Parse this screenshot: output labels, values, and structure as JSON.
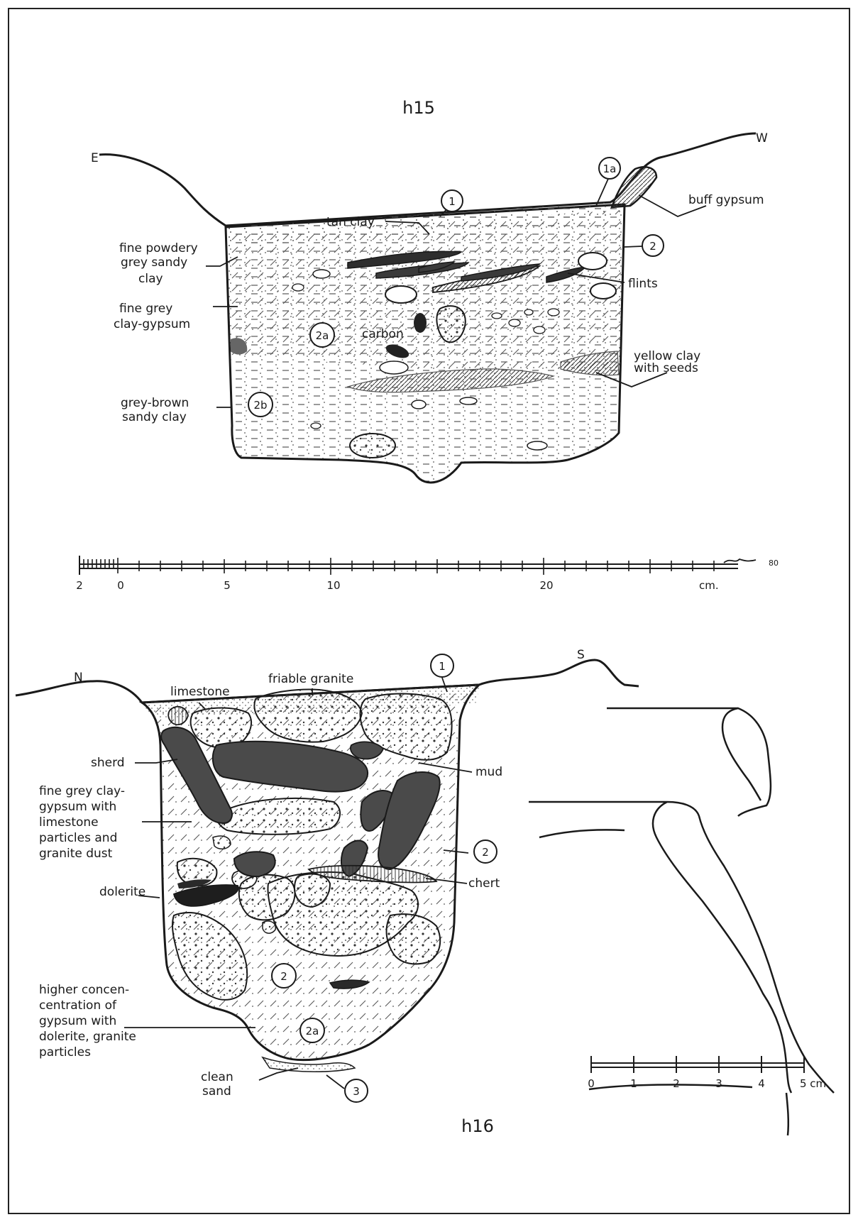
{
  "upper_section": {
    "title": "h15",
    "orientation": {
      "left": "E",
      "right": "W"
    },
    "labels": {
      "tan_clay": "tan clay",
      "buff_gypsum": "buff gypsum",
      "fine_powdery_1": "fine powdery",
      "fine_powdery_2": "grey sandy",
      "fine_powdery_3": "clay",
      "fine_grey_1": "fine grey",
      "fine_grey_2": "clay-gypsum",
      "flints": "flints",
      "carbon": "carbon",
      "yellow_1": "yellow clay",
      "yellow_2": "with seeds",
      "greybrown_1": "grey-brown",
      "greybrown_2": "sandy clay"
    },
    "layers": {
      "l1": "1",
      "l1a": "1a",
      "l2": "2",
      "l2a": "2a",
      "l2b": "2b"
    }
  },
  "upper_scale": {
    "ticks": {
      "t2": "2",
      "t0": "0",
      "t5": "5",
      "t10": "10",
      "t20": "20"
    },
    "unit": "cm.",
    "signature": "80"
  },
  "lower_section": {
    "title": "h16",
    "orientation": {
      "left": "N",
      "right": "S"
    },
    "labels": {
      "friable_granite": "friable granite",
      "limestone": "limestone",
      "sherd": "sherd",
      "mud": "mud",
      "fgc_1": "fine grey clay-",
      "fgc_2": "gypsum with",
      "fgc_3": "limestone",
      "fgc_4": "particles and",
      "fgc_5": "granite dust",
      "dolerite": "dolerite",
      "chert": "chert",
      "hc_1": "higher concen-",
      "hc_2": "centration of",
      "hc_3": "gypsum with",
      "hc_4": "dolerite, granite",
      "hc_5": "particles",
      "clean_1": "clean",
      "clean_2": "sand"
    },
    "layers": {
      "l1": "1",
      "l2a": "2",
      "l2b": "2",
      "l2c": "2a",
      "l3": "3"
    }
  },
  "lower_scale": {
    "ticks": {
      "t0": "0",
      "t1": "1",
      "t2": "2",
      "t3": "3",
      "t4": "4",
      "t5": "5 cm."
    }
  },
  "colors": {
    "ink": "#1a1a1a",
    "fill": "#4a4a4a",
    "paper": "#ffffff"
  }
}
